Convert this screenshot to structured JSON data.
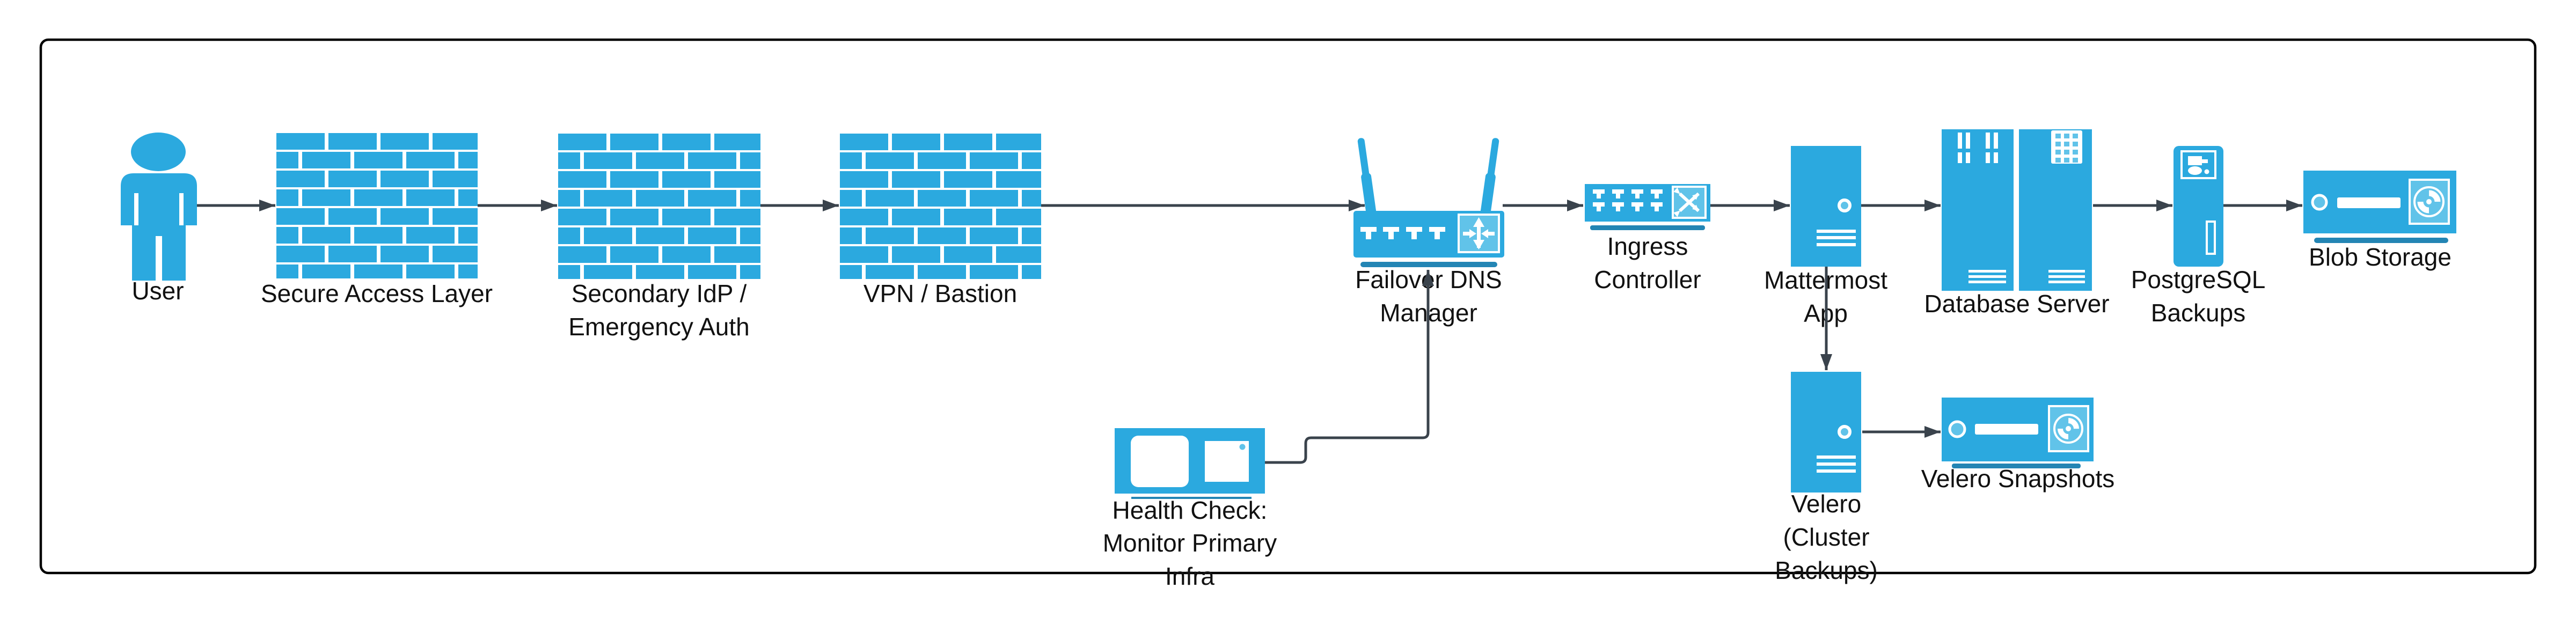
{
  "diagram": {
    "kind": "infrastructure-flow-diagram",
    "palette": {
      "icon_blue": "#2BA9DF",
      "icon_blue_light": "#61C3E9",
      "icon_shadow_blue": "#2385B4",
      "edge_color": "#3A434C",
      "border_color": "#000000",
      "label_color": "#111111",
      "background": "#ffffff"
    },
    "nodes": {
      "user": {
        "label": "User",
        "icon": "person-icon"
      },
      "secure_access": {
        "label": "Secure Access Layer",
        "icon": "firewall-icon"
      },
      "secondary_idp": {
        "line1": "Secondary IdP /",
        "line2": "Emergency Auth",
        "icon": "firewall-icon"
      },
      "vpn_bastion": {
        "label": "VPN / Bastion",
        "icon": "firewall-icon"
      },
      "failover_dns": {
        "line1": "Failover DNS",
        "line2": "Manager",
        "icon": "wireless-router-icon"
      },
      "ingress": {
        "line1": "Ingress",
        "line2": "Controller",
        "icon": "network-switch-icon"
      },
      "mattermost": {
        "line1": "Mattermost",
        "line2": "App",
        "icon": "server-tower-icon"
      },
      "database": {
        "label": "Database Server",
        "icon": "server-rack-icon"
      },
      "postgresql": {
        "line1": "PostgreSQL",
        "line2": "Backups",
        "icon": "backup-server-icon"
      },
      "blob": {
        "label": "Blob Storage",
        "icon": "tape-drive-icon"
      },
      "health": {
        "line1": "Health Check:",
        "line2": "Monitor Primary",
        "line3": "Infra",
        "icon": "monitor-icon"
      },
      "velero": {
        "line1": "Velero",
        "line2": "(Cluster",
        "line3": "Backups)",
        "icon": "server-tower-icon"
      },
      "snapshots": {
        "label": "Velero Snapshots",
        "icon": "tape-drive-icon"
      }
    },
    "edges": [
      {
        "from": "user",
        "to": "secure_access"
      },
      {
        "from": "secure_access",
        "to": "secondary_idp"
      },
      {
        "from": "secondary_idp",
        "to": "vpn_bastion"
      },
      {
        "from": "vpn_bastion",
        "to": "failover_dns"
      },
      {
        "from": "failover_dns",
        "to": "ingress"
      },
      {
        "from": "ingress",
        "to": "mattermost"
      },
      {
        "from": "mattermost",
        "to": "database"
      },
      {
        "from": "database",
        "to": "postgresql"
      },
      {
        "from": "postgresql",
        "to": "blob"
      },
      {
        "from": "mattermost",
        "to": "velero"
      },
      {
        "from": "velero",
        "to": "snapshots"
      },
      {
        "from": "health",
        "to": "failover_dns"
      }
    ]
  }
}
